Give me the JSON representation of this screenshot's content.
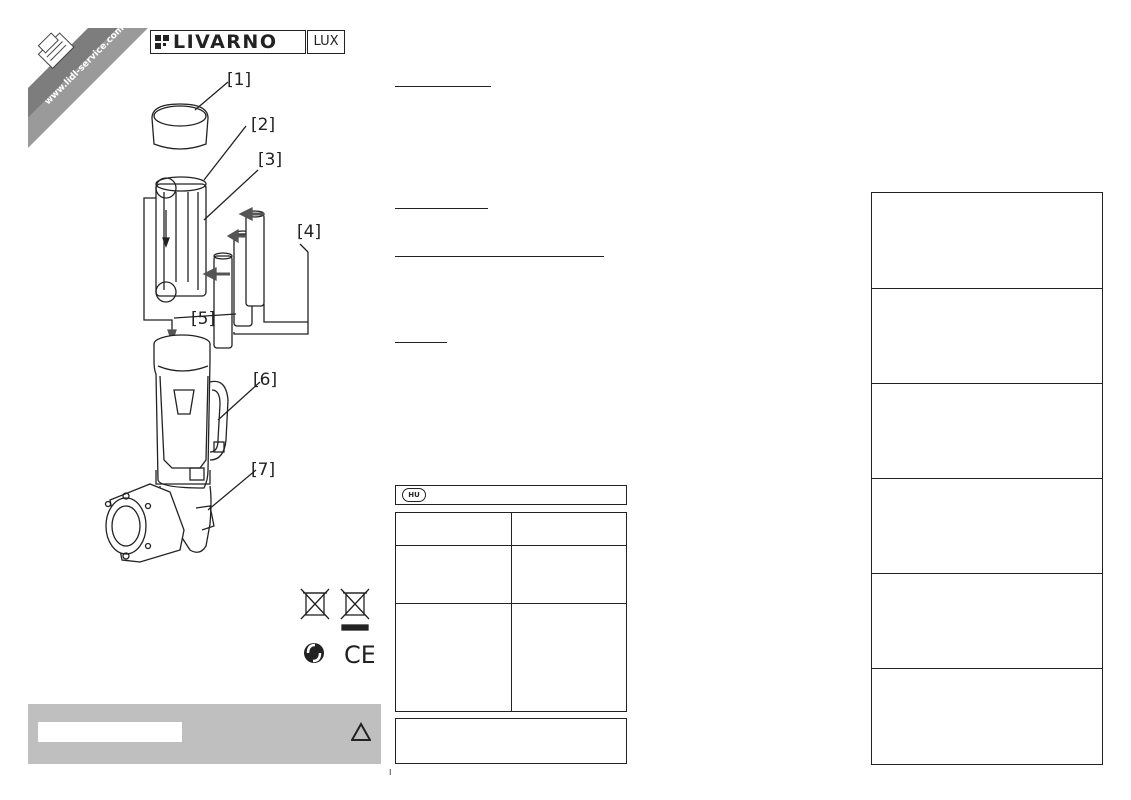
{
  "service_banner": {
    "url": "www.lidl-service.com"
  },
  "brand": {
    "name": "LIVARNO",
    "sub": "LUX"
  },
  "parts": [
    "[1]",
    "[2]",
    "[3]",
    "[4]",
    "[5]",
    "[6]",
    "[7]"
  ],
  "language": {
    "code": "HU"
  },
  "page": {
    "number": "I"
  },
  "icons": [
    "weee-bin-icon",
    "weee-bin-bar-icon",
    "green-dot-icon",
    "ce-mark-icon",
    "warning-triangle-icon",
    "lidl-service-icon"
  ]
}
